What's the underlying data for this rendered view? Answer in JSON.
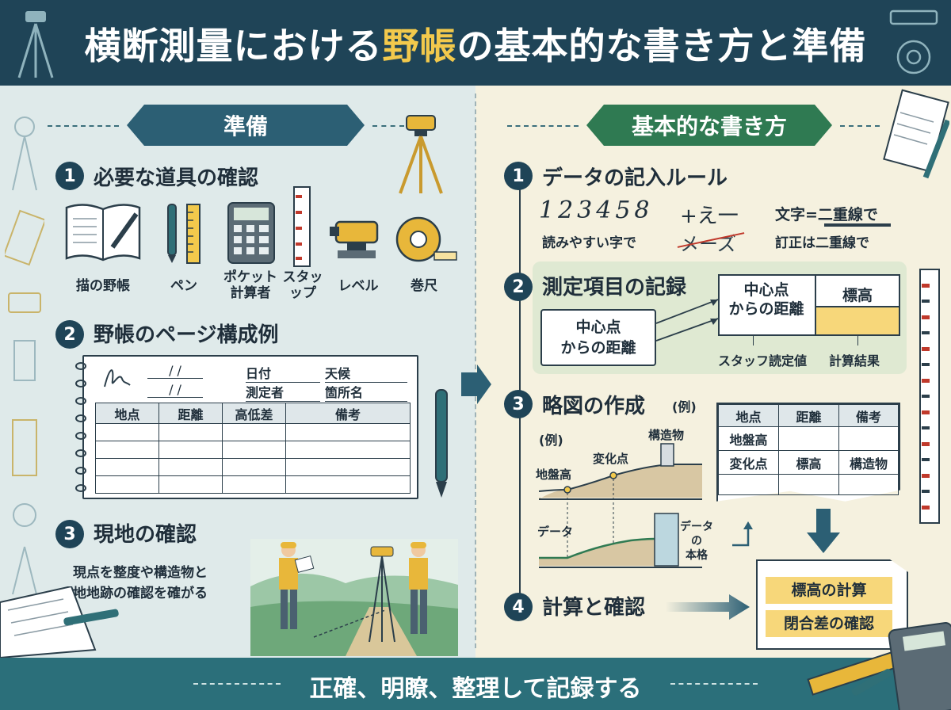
{
  "title": {
    "before": "横断測量における",
    "highlight": "野帳",
    "after": "の基本的な書き方と準備"
  },
  "footer": "正確、明瞭、整理して記録する",
  "left": {
    "banner": "準備",
    "s1": {
      "num": "1",
      "title": "必要な道具の確認",
      "tools": [
        "描の野帳",
        "ペン",
        "ポケット\n計算者",
        "スタッ\nップ",
        "レベル",
        "巻尺"
      ]
    },
    "s2": {
      "num": "2",
      "title": "野帳のページ構成例",
      "date_mark": "/ /",
      "meta": {
        "date": "日付",
        "weather": "天候",
        "surveyor": "測定者",
        "place": "箇所名"
      },
      "headers": [
        "地点",
        "距離",
        "高低差",
        "備考"
      ]
    },
    "s3": {
      "num": "3",
      "title": "現地の確認",
      "text1": "現点を整度や構造物と",
      "text2": "地地跡の確認を確がる"
    }
  },
  "right": {
    "banner": "基本的な書き方",
    "s1": {
      "num": "1",
      "title": "データの記入ルール",
      "digits": "123458",
      "digits_caption": "読みやすい字で",
      "plus": "+え一",
      "struck": "メーズ",
      "rule": "文字=二重線で",
      "rule_caption": "訂正は二重線で"
    },
    "s2": {
      "num": "2",
      "title": "測定項目の記録",
      "box_left": "中心点\nからの距離",
      "table_header_left": "中心点\nからの距離",
      "table_header_right": "標高",
      "caption_staff": "スタッフ読定値",
      "caption_calc": "計算結果"
    },
    "s3": {
      "num": "3",
      "title": "略図の作成",
      "example_label": "(例)",
      "example_small": "(例)",
      "sketch_labels": {
        "ground": "地盤高",
        "change": "変化点",
        "structure": "構造物",
        "data_left": "データ",
        "data_right": "データ\nの\n本格"
      },
      "table": {
        "headers": [
          "地点",
          "距離",
          "備考"
        ],
        "rows": [
          [
            "地盤高",
            "",
            ""
          ],
          [
            "変化点",
            "標高",
            "構造物"
          ],
          [
            "",
            "",
            ""
          ]
        ]
      }
    },
    "s4": {
      "num": "4",
      "title": "計算と確認",
      "items": [
        "標高の計算",
        "閉合差の確認"
      ]
    }
  },
  "colors": {
    "navy": "#1f4457",
    "teal": "#2b6f7a",
    "yellow": "#f2c94c",
    "green": "#2f7a52"
  }
}
